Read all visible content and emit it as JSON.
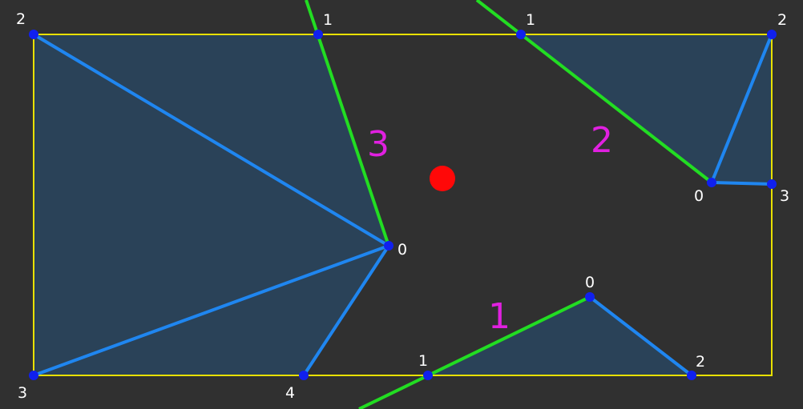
{
  "colors": {
    "background": "#303030",
    "boundary": "#e8e000",
    "cut_line": "#22dd22",
    "polygon_fill": "#2a4258",
    "polygon_edge": "#1f86f0",
    "vertex": "#1020ee",
    "marker": "#ff0808",
    "vertex_label": "#ffffff",
    "region_label": "#e020e0"
  },
  "regions": [
    {
      "id": "1",
      "vertices": [
        {
          "index": "0"
        },
        {
          "index": "1"
        },
        {
          "index": "2"
        }
      ]
    },
    {
      "id": "2",
      "vertices": [
        {
          "index": "0"
        },
        {
          "index": "1"
        },
        {
          "index": "2"
        },
        {
          "index": "3"
        }
      ]
    },
    {
      "id": "3",
      "vertices": [
        {
          "index": "0"
        },
        {
          "index": "1"
        },
        {
          "index": "2"
        },
        {
          "index": "3"
        },
        {
          "index": "4"
        }
      ]
    }
  ]
}
